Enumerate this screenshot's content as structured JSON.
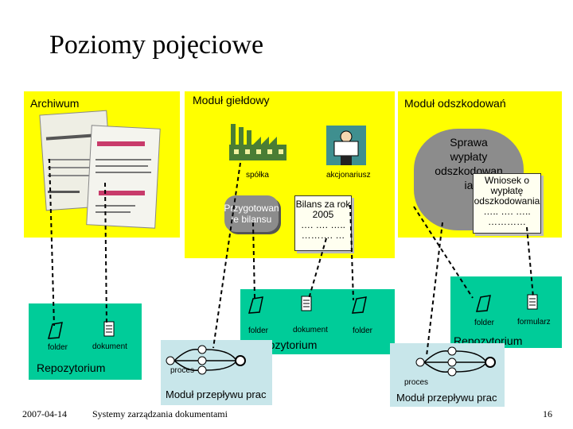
{
  "slide": {
    "title": "Poziomy pojęciowe",
    "date": "2007-04-14",
    "footer": "Systemy zarządzania dokumentami",
    "page": "16"
  },
  "archive": {
    "label": "Archiwum",
    "folder_label": "folder",
    "document_label": "dokument",
    "repo_label": "Repozytorium"
  },
  "stock": {
    "label": "Moduł giełdowy",
    "company_label": "spółka",
    "shareholder_label": "akcjonariusz",
    "process_label": "Przygotowan ie bilansu",
    "doc_title": "Bilans za rok 2005",
    "doc_line1": "…. …. …..",
    "doc_line2": "………. …",
    "repo_folder1": "folder",
    "repo_document": "dokument",
    "repo_folder2": "folder",
    "repo_label": "Repozytorium"
  },
  "claims": {
    "label": "Moduł odszkodowań",
    "case_label": "Sprawa wypłaty odszkodowan ia",
    "request_title": "Wniosek o wypłatę odszkodowania",
    "request_line1": "….. …. …..",
    "request_line2": "…………",
    "repo_folder": "folder",
    "repo_form": "formularz",
    "repo_label": "Repozytorium"
  },
  "workflow": {
    "process_label_1": "proces",
    "module_label_1": "Moduł przepływu prac",
    "process_label_2": "proces",
    "module_label_2": "Moduł przepływu prac"
  },
  "colors": {
    "module_bg": "#ffff00",
    "repo_bg": "#00cc99",
    "workflow_bg": "#c8e6ea"
  }
}
